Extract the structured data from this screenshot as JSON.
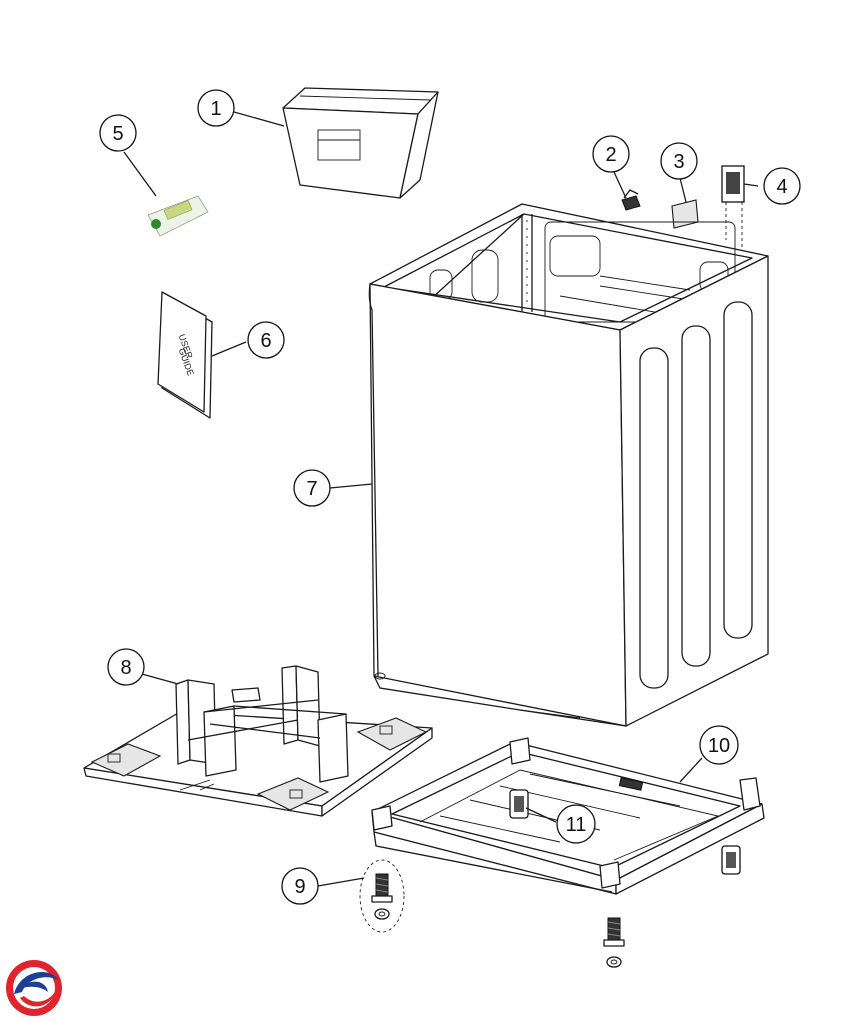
{
  "diagram": {
    "callouts": [
      {
        "id": "1",
        "label": "1"
      },
      {
        "id": "2",
        "label": "2"
      },
      {
        "id": "3",
        "label": "3"
      },
      {
        "id": "4",
        "label": "4"
      },
      {
        "id": "5",
        "label": "5"
      },
      {
        "id": "6",
        "label": "6"
      },
      {
        "id": "7",
        "label": "7"
      },
      {
        "id": "8",
        "label": "8"
      },
      {
        "id": "9",
        "label": "9"
      },
      {
        "id": "10",
        "label": "10"
      },
      {
        "id": "11",
        "label": "11"
      }
    ],
    "manual_text_line1": "USER",
    "manual_text_line2": "GUIDE"
  },
  "logo": {
    "name": "brand-logo",
    "colors": [
      "#e0242b",
      "#1d3f95"
    ]
  }
}
